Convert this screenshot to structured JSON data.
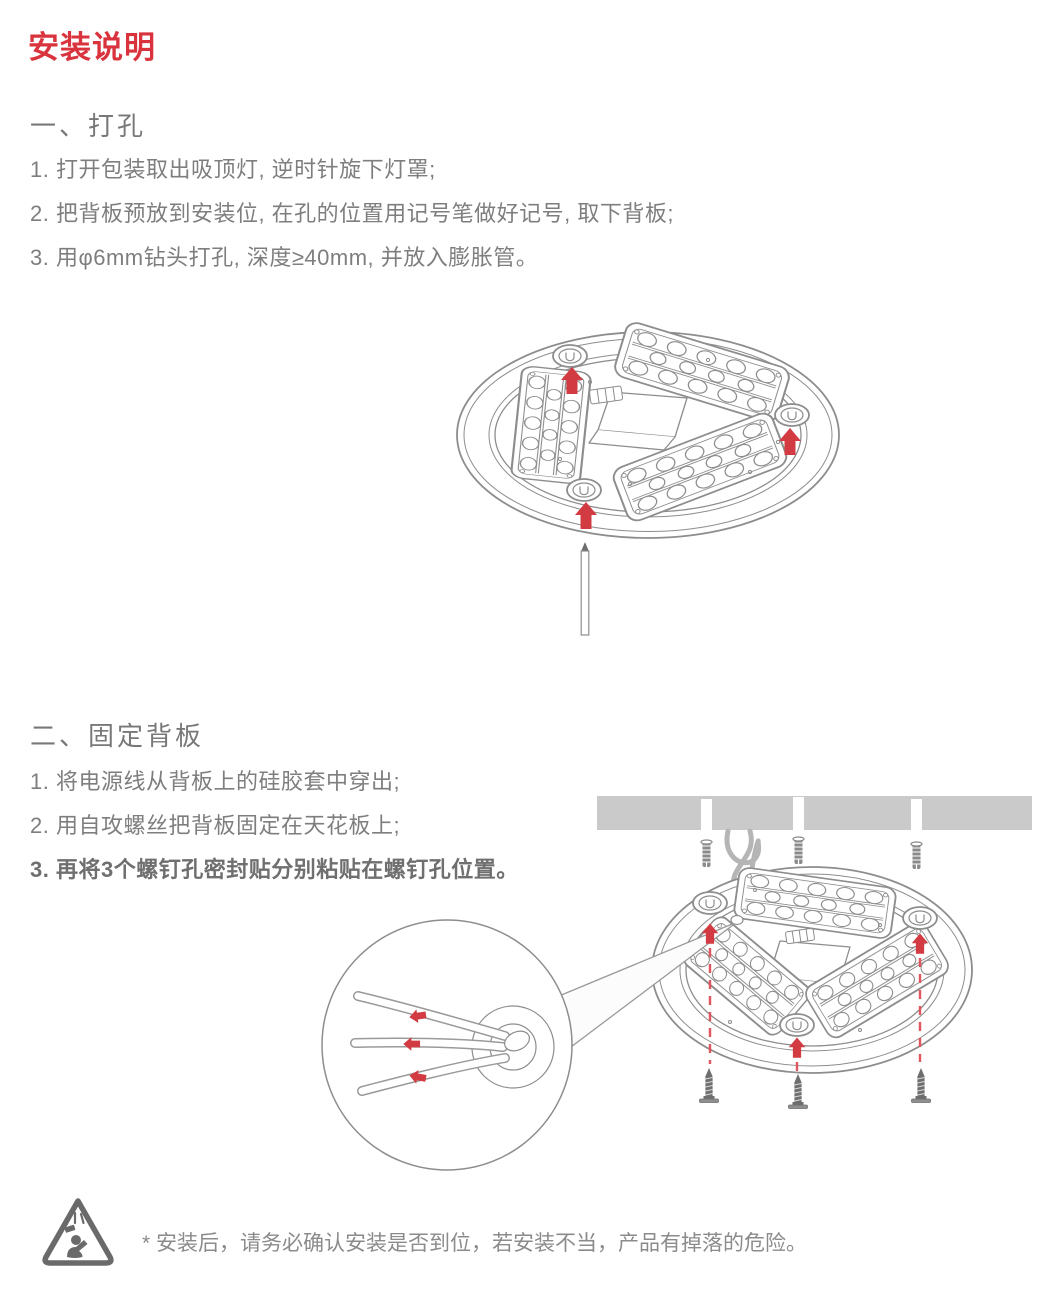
{
  "page": {
    "title": "安装说明"
  },
  "sections": [
    {
      "heading": "一、打孔",
      "steps": [
        "1. 打开包装取出吸顶灯, 逆时针旋下灯罩;",
        "2. 把背板预放到安装位, 在孔的位置用记号笔做好记号, 取下背板;",
        "3. 用φ6mm钻头打孔, 深度≥40mm, 并放入膨胀管。"
      ]
    },
    {
      "heading": "二、固定背板",
      "steps": [
        "1. 将电源线从背板上的硅胶套中穿出;",
        "2. 用自攻螺丝把背板固定在天花板上;",
        "3. 再将3个螺钉孔密封贴分别粘贴在螺钉孔位置。"
      ]
    }
  ],
  "footnote": "* 安装后，请务必确认安装是否到位，若安装不当，产品有掉落的危险。",
  "colors": {
    "accent_red": "#d9343e",
    "arrow_red": "#d23b42",
    "dash_red": "#e0565e",
    "line_gray": "#8d8d8d",
    "text_gray": "#7b7b7b",
    "ceiling_gray": "#cacaca",
    "hardware_gray": "#6e6e6e"
  },
  "icons": {
    "warning": "warning-triangle-falling-object",
    "step_arrow": "red-up-arrow",
    "wire_arrow": "red-left-arrow"
  }
}
